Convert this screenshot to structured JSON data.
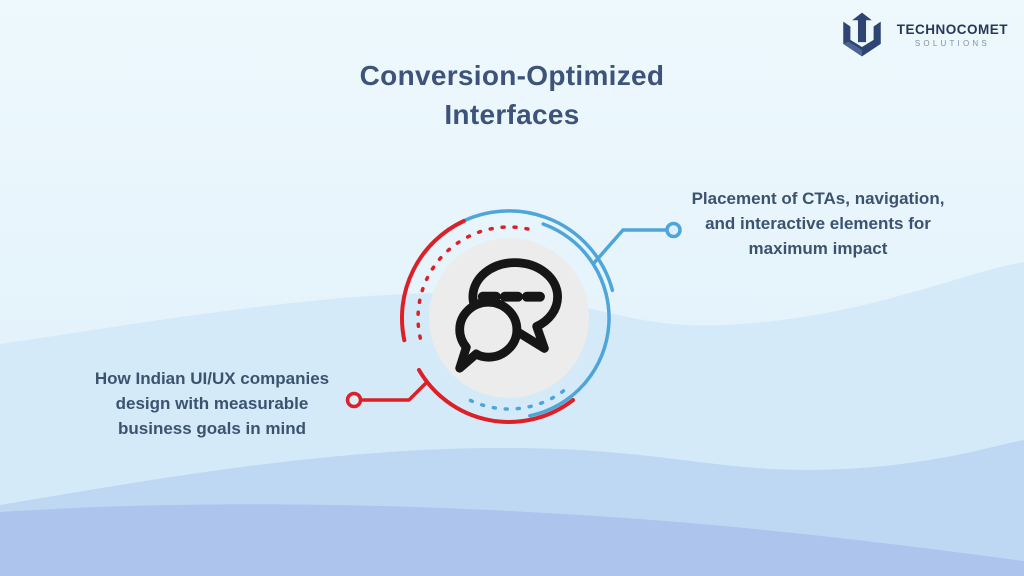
{
  "page": {
    "title_lines": [
      "Conversion-Optimized",
      "Interfaces"
    ]
  },
  "logo": {
    "name": "TECHNOCOMET",
    "subtitle": "SOLUTIONS"
  },
  "callouts": {
    "right": {
      "lines": [
        "Placement of CTAs, navigation,",
        "and interactive elements for",
        "maximum impact"
      ],
      "accent_color": "#4ea5da"
    },
    "left": {
      "lines": [
        "How Indian UI/UX companies",
        "design with measurable",
        "business goals in mind"
      ],
      "accent_color": "#dc2027"
    }
  },
  "center_icon": "chat-bubbles",
  "colors": {
    "accent_red": "#dc2027",
    "accent_blue": "#4ea5da",
    "title_text": "#3e5379",
    "callout_text": "#3b536f",
    "icon_circle_fill": "#ececec",
    "icon_stroke": "#161616",
    "logo_navy": "#2e4472",
    "background_top": "#edf8fd",
    "background_waves": [
      "#d4eaf8",
      "#bed8f4",
      "#adc5ec"
    ]
  }
}
